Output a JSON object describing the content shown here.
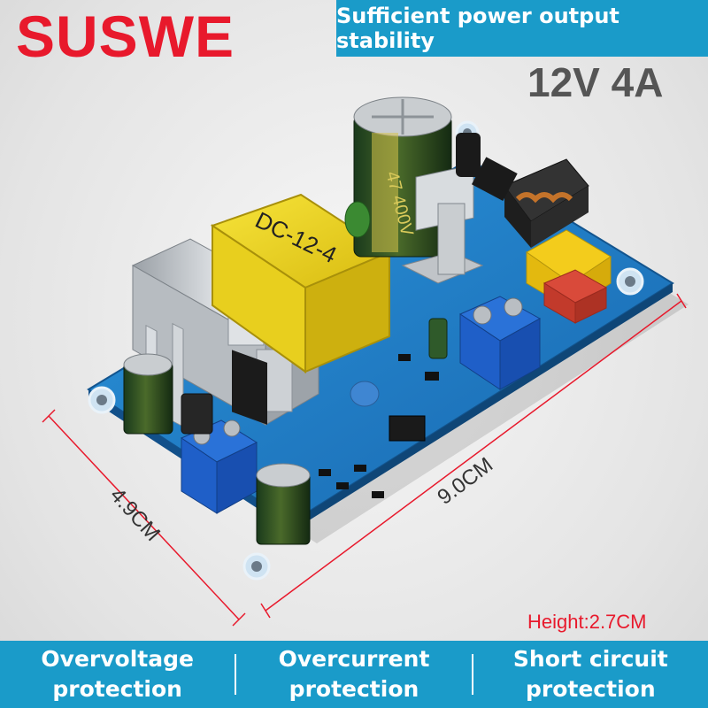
{
  "header": {
    "brand": "SUSWE",
    "banner": "Sufficient power output stability",
    "spec": "12V 4A"
  },
  "product": {
    "transformer_label": "DC-12-4",
    "capacitor_label": "47 400V",
    "width_dimension": "9.0CM",
    "depth_dimension": "4.9CM"
  },
  "height_note": "Height:2.7CM",
  "features": [
    {
      "line1": "Overvoltage",
      "line2": "protection"
    },
    {
      "line1": "Overcurrent",
      "line2": "protection"
    },
    {
      "line1": "Short circuit",
      "line2": "protection"
    }
  ],
  "colors": {
    "brand": "#e8192c",
    "accent": "#1a9bc9",
    "pcb": "#1f7fc4",
    "transformer": "#f2d81b",
    "heatsink": "#c4c8cc",
    "terminal": "#1f5fc8"
  },
  "icons": {
    "product": "power-supply-board-photo"
  }
}
